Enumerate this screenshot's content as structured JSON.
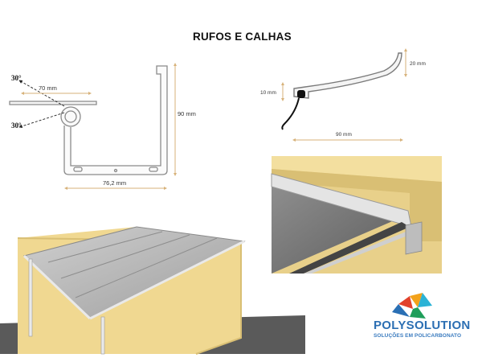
{
  "title": "RUFOS E CALHAS",
  "gutter": {
    "angle_top": "30°",
    "angle_bottom": "30°",
    "width_top": "70 mm",
    "height": "90 mm",
    "width_bottom": "76,2 mm"
  },
  "flashing": {
    "lip_height": "20 mm",
    "base_height": "10 mm",
    "width": "90 mm"
  },
  "logo": {
    "brand": "POLYSOLUTION",
    "tagline": "SOLUÇÕES EM POLICARBONATO",
    "colors": [
      "#e2412b",
      "#f3a21b",
      "#1f9e5a",
      "#2a6fb4",
      "#2bb3d6"
    ]
  },
  "colors": {
    "wall": "#f2dd9c",
    "roof": "#bdbdbd",
    "profile_stroke": "#8a8a8a",
    "dimension": "#d7b27a"
  }
}
